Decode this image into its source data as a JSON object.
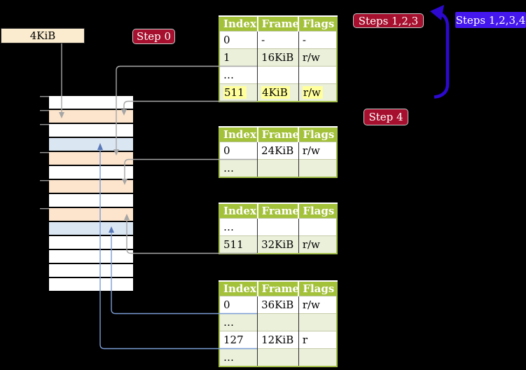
{
  "figure": {
    "page_size_label": "4KiB",
    "badges": {
      "step0": "Step 0",
      "steps123": "Steps 1,2,3",
      "steps1234": "Steps 1,2,3,4",
      "step4": "Step 4"
    }
  },
  "colors": {
    "badge_red": "#a60f2d",
    "badge_blue": "#4517ef",
    "big_arrow_blue": "#2d09d0",
    "table_header_green": "#a3c139",
    "table_border_green": "#a3bf4a",
    "table_row_green": "#eaf0da",
    "frame_pagetable_orange": "#fde5cd",
    "frame_mapped_blue": "#dbe6f3",
    "frame_free_white": "#ffffff",
    "highlight_yellow": "#ffff9c",
    "connector_gray": "#a6a6a6",
    "connector_blue": "#7b9cd4",
    "page_size_box_cream": "#fbeccf"
  },
  "page_tables": [
    {
      "header": [
        "Index",
        "Frame",
        "Flags"
      ],
      "rows": [
        {
          "cells": [
            "0",
            "-",
            "-"
          ]
        },
        {
          "cells": [
            "1",
            "16KiB",
            "r/w"
          ]
        },
        {
          "cells": [
            "…",
            "",
            ""
          ]
        },
        {
          "cells": [
            "511",
            "4KiB",
            "r/w"
          ],
          "highlight": true
        }
      ]
    },
    {
      "header": [
        "Index",
        "Frame",
        "Flags"
      ],
      "rows": [
        {
          "cells": [
            "0",
            "24KiB",
            "r/w"
          ]
        },
        {
          "cells": [
            "…",
            "",
            ""
          ]
        }
      ]
    },
    {
      "header": [
        "Index",
        "Frame",
        "Flags"
      ],
      "rows": [
        {
          "cells": [
            "…",
            "",
            ""
          ]
        },
        {
          "cells": [
            "511",
            "32KiB",
            "r/w"
          ]
        }
      ]
    },
    {
      "header": [
        "Index",
        "Frame",
        "Flags"
      ],
      "rows": [
        {
          "cells": [
            "0",
            "36KiB",
            "r/w"
          ]
        },
        {
          "cells": [
            "…",
            "",
            ""
          ]
        },
        {
          "cells": [
            "127",
            "12KiB",
            "r"
          ]
        },
        {
          "cells": [
            "…",
            "",
            ""
          ]
        }
      ]
    }
  ],
  "memory_column": {
    "frames": [
      "#ffffff",
      "#fde5cd",
      "#ffffff",
      "#dbe6f3",
      "#fde5cd",
      "#ffffff",
      "#fde5cd",
      "#ffffff",
      "#fde5cd",
      "#dbe6f3",
      "#ffffff",
      "#ffffff",
      "#ffffff",
      "#ffffff"
    ]
  }
}
